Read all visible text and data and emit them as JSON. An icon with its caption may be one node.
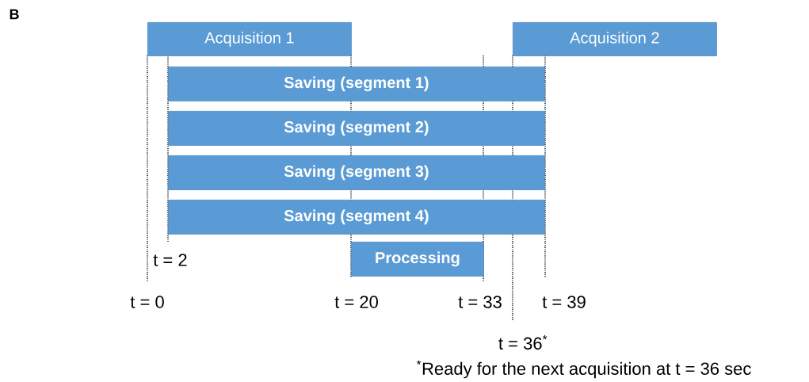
{
  "diagram": {
    "nodes": [
      {
        "text": [
          "Acquisition 1"
        ]
      },
      {
        "text": [
          "Acquisition 2"
        ]
      },
      {
        "text": [
          "Saving (segment 1)"
        ]
      },
      {
        "text": [
          "Saving (segment 2)"
        ]
      },
      {
        "text": [
          "Saving (segment 3)"
        ]
      },
      {
        "text": [
          "Saving (segment 4)"
        ]
      },
      {
        "text": [
          "Processing"
        ]
      }
    ],
    "labels": [
      "B",
      "t = 2",
      "t = 0",
      "t = 20",
      "t = 33",
      "t = 39",
      "t = 36$^{*}$",
      "$^{*}$Ready for the next acquisition at t = 36 sec"
    ]
  }
}
